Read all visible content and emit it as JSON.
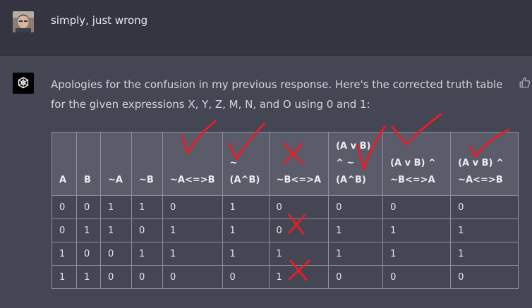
{
  "user_message": {
    "text": "simply, just wrong"
  },
  "assistant_message": {
    "text": "Apologies for the confusion in my previous response. Here's the corrected truth table for the given expressions X, Y, Z, M, N, and O using 0 and 1:"
  },
  "table": {
    "headers": [
      [
        "A"
      ],
      [
        "B"
      ],
      [
        "~A"
      ],
      [
        "~B"
      ],
      [
        "~A<=>B"
      ],
      [
        "~",
        "(A^B)"
      ],
      [
        "~B<=>A"
      ],
      [
        "(A v B)",
        "^ ~",
        "(A^B)"
      ],
      [
        "(A v B) ^",
        "~B<=>A"
      ],
      [
        "(A v B) ^",
        "~A<=>B"
      ]
    ],
    "rows": [
      [
        "0",
        "0",
        "1",
        "1",
        "0",
        "1",
        "0",
        "0",
        "0",
        "0"
      ],
      [
        "0",
        "1",
        "1",
        "0",
        "1",
        "1",
        "0",
        "1",
        "1",
        "1"
      ],
      [
        "1",
        "0",
        "0",
        "1",
        "1",
        "1",
        "1",
        "1",
        "1",
        "1"
      ],
      [
        "1",
        "1",
        "0",
        "0",
        "0",
        "0",
        "1",
        "0",
        "0",
        "0"
      ]
    ]
  },
  "annotations": {
    "checkmark_color": "#e0202a",
    "cross_color": "#e0202a",
    "checkmarks_on_headers": [
      "~A<=>B",
      "~ (A^B)",
      "(A v B) ^ ~ (A^B)",
      "(A v B) ^ ~B<=>A",
      "(A v B) ^ ~A<=>B"
    ],
    "cross_on_header": "~B<=>A",
    "crossed_cells": [
      {
        "row": 2,
        "column": "~B<=>A"
      },
      {
        "row": 4,
        "column": "~B<=>A"
      }
    ]
  },
  "icons": {
    "bot_avatar": "openai-logo-icon",
    "feedback": "thumbs-up-icon"
  },
  "colors": {
    "user_bg": "#343541",
    "assistant_bg": "#444654",
    "table_header_bg": "#5a5c6a"
  }
}
